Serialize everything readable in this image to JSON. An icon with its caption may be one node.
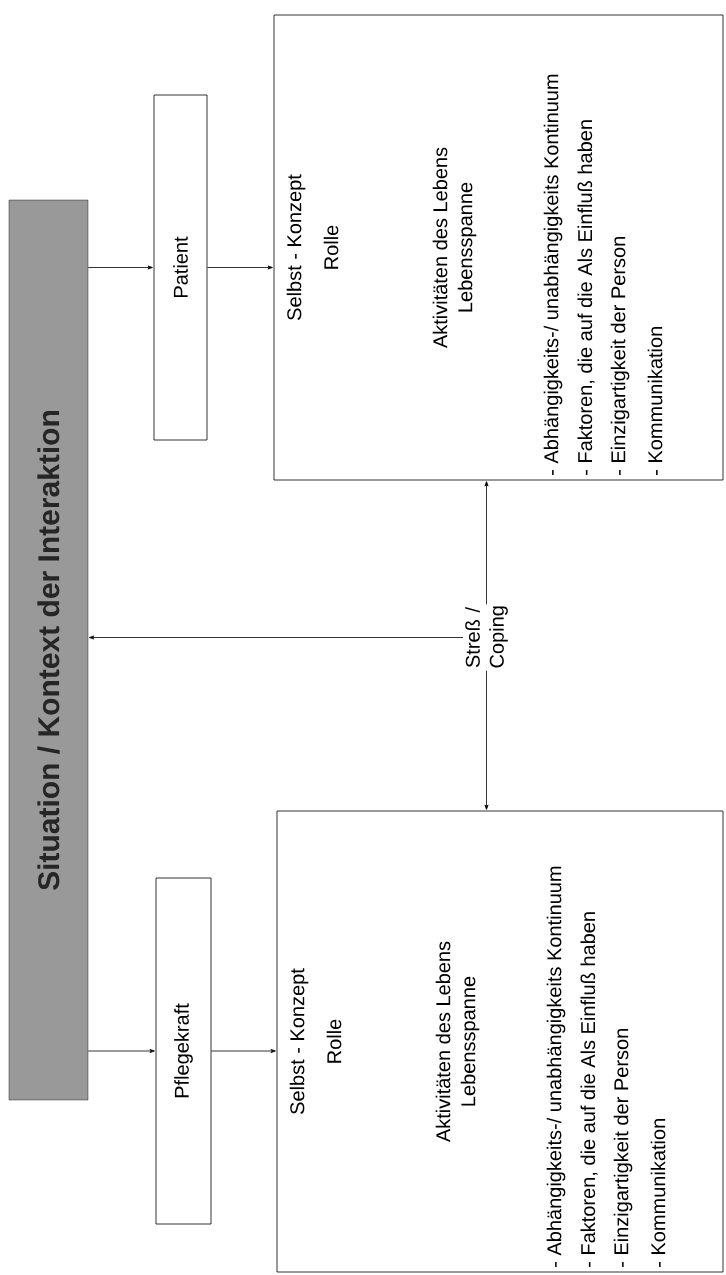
{
  "diagram": {
    "nodes": [
      {
        "text": [
          "Situation / Kontext der Interaktion"
        ]
      },
      {
        "text": [
          "Pflegekraft"
        ]
      },
      {
        "text": [
          "Patient"
        ]
      },
      {
        "text": [
          "Selbst - Konzept",
          "Rolle",
          "Aktivitäten des Lebens",
          "Lebensspanne",
          "- Abhängigkeits-/ unabhängigkeits Kontinuum",
          "- Faktoren, die auf die Als Einfluß haben",
          "- Einzigartigkeit der Person",
          "- Kommunikation"
        ]
      },
      {
        "text": [
          "Streß / Coping"
        ]
      },
      {
        "text": [
          "Selbst - Konzept",
          "Rolle",
          "Aktivitäten des Lebens",
          "Lebensspanne",
          "- Abhängigkeits-/ unabhängigkeits Kontinuum",
          "- Faktoren, die auf die Als Einfluß haben",
          "- Einzigartigkeit der Person",
          "- Kommunikation"
        ]
      }
    ],
    "edges": [
      {
        "from": 0,
        "to": 1,
        "arrow": "to"
      },
      {
        "from": 0,
        "to": 2,
        "arrow": "to"
      },
      {
        "from": 1,
        "to": 3,
        "arrow": "to"
      },
      {
        "from": 2,
        "to": 5,
        "arrow": "to"
      },
      {
        "from": 4,
        "to": 0,
        "arrow": "to"
      },
      {
        "from": 4,
        "to": 3,
        "arrow": "to"
      },
      {
        "from": 4,
        "to": 5,
        "arrow": "to"
      }
    ]
  }
}
